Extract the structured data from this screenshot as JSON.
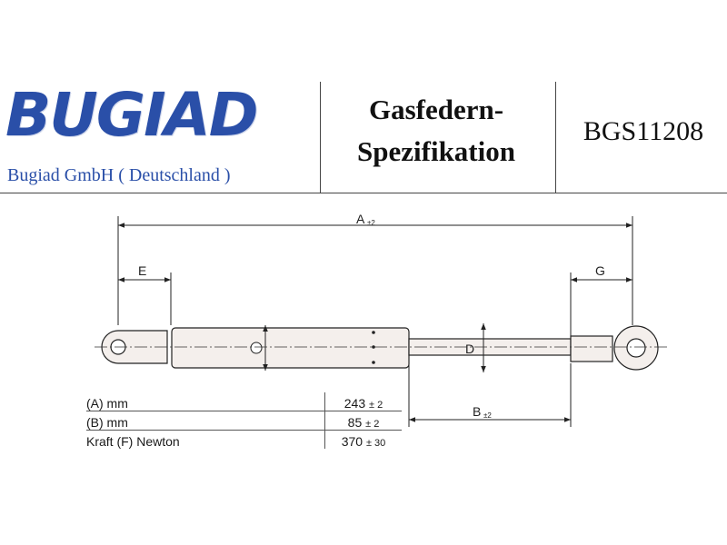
{
  "header": {
    "brand": "BUGIAD",
    "company": "Bugiad GmbH ( Deutschland )",
    "title_line1": "Gasfedern-",
    "title_line2": "Spezifikation",
    "part_number": "BGS11208"
  },
  "drawing": {
    "dim_a": "A",
    "dim_a_tol": "±2",
    "dim_b": "B",
    "dim_b_tol": "±2",
    "dim_d": "D",
    "dim_e": "E",
    "dim_g": "G"
  },
  "specs": [
    {
      "label": "(A) mm",
      "value": "243",
      "tol": "± 2"
    },
    {
      "label": "(B) mm",
      "value": "85",
      "tol": "± 2"
    },
    {
      "label": "Kraft (F) Newton",
      "value": "370",
      "tol": "± 30"
    }
  ],
  "colors": {
    "brand_blue": "#2a4fa8",
    "line": "#222222",
    "body_fill": "#f4efec"
  }
}
